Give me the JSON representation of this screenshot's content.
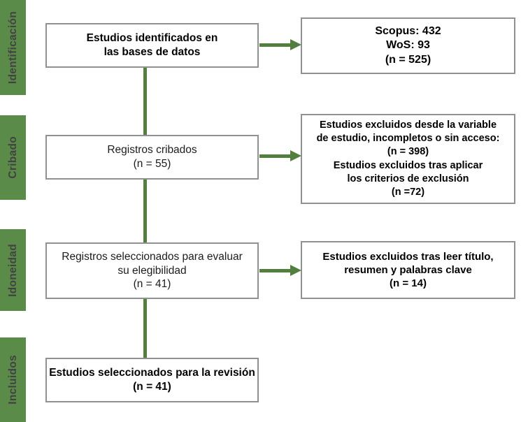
{
  "colors": {
    "bar_green": "#5b8b49",
    "connector_green": "#527f3e",
    "border_gray": "#8f9193",
    "bar_label_text": "#424242"
  },
  "sidebar": {
    "stages": [
      {
        "label": "Identificación"
      },
      {
        "label": "Cribado"
      },
      {
        "label": "Idoneidad"
      },
      {
        "label": "Incluidos"
      }
    ]
  },
  "flow": {
    "main_boxes": [
      {
        "lines": [
          "Estudios identificados en",
          "las bases de datos"
        ]
      },
      {
        "lines": [
          "Registros cribados",
          "(n = 55)"
        ]
      },
      {
        "lines": [
          "Registros seleccionados para evaluar",
          "su elegibilidad",
          "(n = 41)"
        ]
      },
      {
        "lines": [
          "Estudios seleccionados para la revisión",
          "(n = 41)"
        ]
      }
    ],
    "side_boxes": [
      {
        "lines": [
          "Scopus: 432",
          "WoS: 93",
          "(n = 525)"
        ]
      },
      {
        "lines": [
          "Estudios excluidos desde la variable",
          "de estudio, incompletos o sin acceso:",
          "(n = 398)",
          "Estudios excluidos tras aplicar",
          "los criterios de exclusión",
          "(n =72)"
        ]
      },
      {
        "lines": [
          "Estudios excluidos tras leer título,",
          "resumen y palabras clave",
          "(n = 14)"
        ]
      }
    ]
  }
}
